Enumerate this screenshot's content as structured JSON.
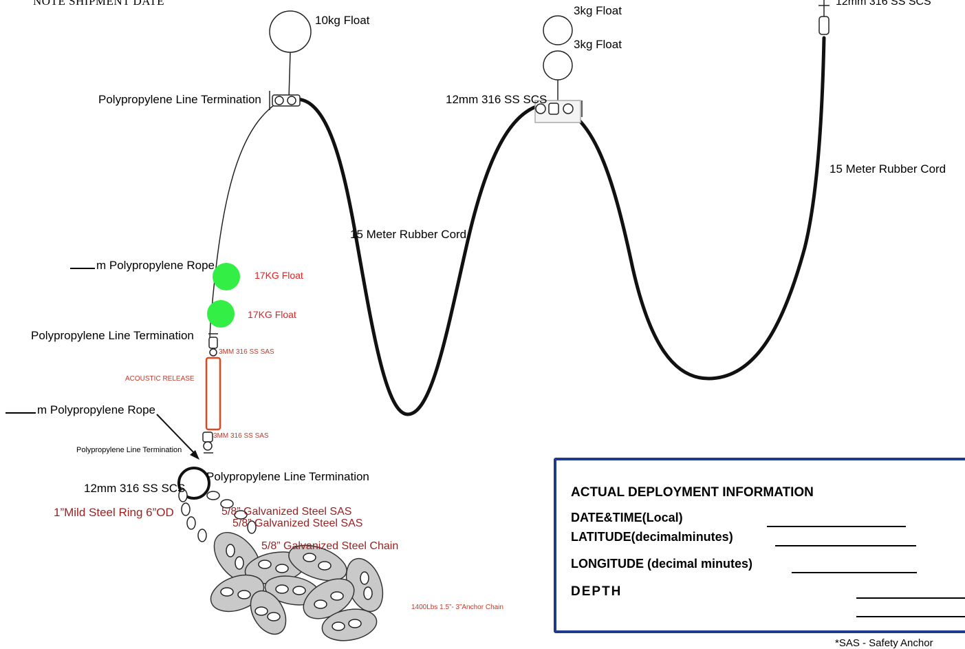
{
  "header": {
    "note": "NOTE SHIPMENT DATE"
  },
  "labels": {
    "float_10kg": "10kg Float",
    "float_3kg_top": "3kg Float",
    "float_3kg_bottom": "3kg Float",
    "scs_top_right": "12mm 316  SS SCS",
    "pp_termination_top": "Polypropylene Line Termination",
    "scs_middle": "12mm 316  SS SCS",
    "rubber_cord_right": "15 Meter Rubber Cord",
    "rubber_cord_middle": "15 Meter Rubber Cord",
    "pp_rope_upper": "m Polypropylene Rope",
    "float_17kg_1": "17KG Float",
    "float_17kg_2": "17KG Float",
    "pp_termination_mid": "Polypropylene Line Termination",
    "sas_upper": "3MM 316 SS SAS",
    "acoustic_release": "ACOUSTIC RELEASE",
    "pp_rope_lower": "m Polypropylene Rope",
    "sas_lower": "3MM 316 SS SAS",
    "pp_termination_small": "Polypropylene Line Termination",
    "pp_termination_bottom": "Polypropylene Line Termination",
    "scs_bottom": "12mm 316 SS SCS",
    "steel_ring": "1”Mild Steel Ring 6”OD",
    "galv_sas_1": "5/8” Galvanized Steel SAS",
    "galv_sas_2": "5/8” Galvanized Steel SAS",
    "galv_chain": "5/8” Galvanized Steel Chain",
    "anchor_chain": "1400Lbs 1.5”- 3”Anchor Chain"
  },
  "deployment_info": {
    "title": "ACTUAL DEPLOYMENT  INFORMATION",
    "date_time": "DATE&TIME(Local)",
    "latitude": "LATITUDE(decimalminutes)",
    "longitude": "LONGITUDE (decimal minutes)",
    "depth": "DEPTH"
  },
  "footnote": "*SAS - Safety Anchor",
  "colors": {
    "float_green": "#33ee44",
    "release_red": "#e0471f",
    "box_border": "#1f3a8a",
    "label_red": "#9a1f1f"
  }
}
